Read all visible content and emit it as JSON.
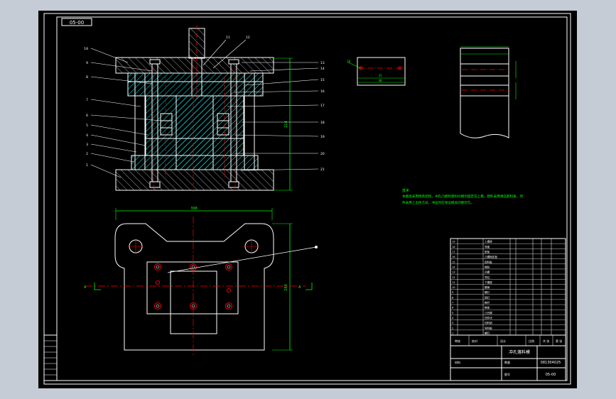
{
  "drawing": {
    "code_box": "05-00",
    "title_name": "冲孔落料模",
    "drawing_number": "05-00",
    "student_id": "081304025",
    "main_height_dim": "214",
    "plan_width_dim": "398",
    "plan_height_dim": "284",
    "part_dim_top": "31",
    "part_dim_left": "18",
    "part_dim_bottom": "48",
    "tech_note_title": "技术",
    "tech_note_line1": "本模具采用倒装结构，冲孔凸模和落料凹模均固定在上模，卸料采用弹压卸料板，顶",
    "tech_note_line2": "件采用上出件方式，冲压时应保证模具间隙均匀。"
  },
  "balloons_left": [
    "18",
    "9",
    "8",
    "7",
    "6",
    "5",
    "4",
    "3",
    "2",
    "1"
  ],
  "balloons_top": [
    "11",
    "12"
  ],
  "balloons_right": [
    "13",
    "14",
    "15",
    "16",
    "17",
    "18",
    "19",
    "20",
    "21"
  ],
  "title_block": {
    "labels": [
      "审核",
      "校对",
      "设计",
      "比例",
      "共 张",
      "第 张",
      "材料",
      "数量",
      "图号"
    ],
    "bom_rows": [
      "上模座",
      "导套",
      "垫板",
      "凸模固定板",
      "卸料板",
      "橡胶",
      "凹模",
      "导柱",
      "下模座",
      "模柄",
      "螺钉",
      "销钉",
      "推杆",
      "推板",
      "凸凹模",
      "顶件块",
      "挡料销",
      "导料板",
      "螺钉"
    ]
  },
  "colors": {
    "background": "#000000",
    "outline": "#ffffff",
    "hatch": "#00ffff",
    "dimension": "#00ff00",
    "center_line": "#ff0000",
    "hole_circle": "#ff0000",
    "window_gray": "#c6ccd6"
  }
}
